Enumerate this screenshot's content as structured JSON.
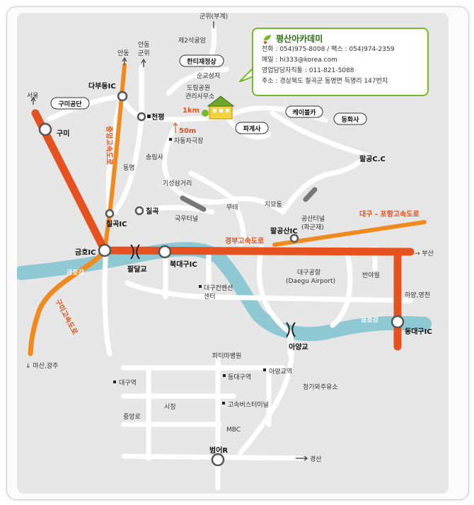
{
  "academy": {
    "name": "평산아카데미",
    "phone_line": "전화 : 054)975-8008  /  팩스 : 054)974-2359",
    "email_line": "메일 : hi333@korea.com",
    "sales_line": "영업담당자직통 : 011-821-5088",
    "address_line": "주소 : 경상북도 칠곡군 동명면 득명리 147번지",
    "accent_color": "#77b82a"
  },
  "highways": {
    "jungang": "중앙고속도로",
    "gyeongbu": "경부고속도로",
    "gumi": "구미고속도로",
    "daegu_pohang": "대구 - 포항고속도로"
  },
  "rivers": {
    "geumho": "금호강"
  },
  "ics": {
    "dabudong": "다부동IC",
    "chilgok": "칠곡IC",
    "geumho": "금호IC",
    "bukdaegu": "북대구IC",
    "palgongsan": "팔공산IC",
    "dongdaegu": "동대구IC"
  },
  "directions": {
    "seoul": "서울",
    "andong": "안동",
    "andong_gunwi": [
      "안동",
      "군위"
    ],
    "gunwi_bugye": "군위(부계)",
    "busan": "→ 부산",
    "hayang": "하양,영천",
    "masan": "↓ 마산,광주",
    "gyeongsan": "경산"
  },
  "boxed_places": {
    "gumi_park": "구미공단",
    "gumi": "구미",
    "hanti": "한티재정상",
    "cablecar": "케이블카",
    "donghwasa": "동화사",
    "pagyesa": "파계사",
    "beomeo": "범어R"
  },
  "places": {
    "je4seokgulam": "제2석굴암",
    "sungyoseongji": "순교성지",
    "dorim_park": "도림공원",
    "office": "관리사무소",
    "dist_1km": "1km",
    "dist_50m": "50m",
    "campground": "자동차극장",
    "songrimsa": "송림사",
    "dongmyeong": "동명",
    "cheonpyeong": "천평",
    "gisung": "기성삼거리",
    "palgong_cc": "팔공C.C",
    "mutae": "무태",
    "jiyo": "지묘동",
    "gongsan_tunnel": [
      "공산터널",
      "(파군재)"
    ],
    "gugu_tunnel": "국우터널",
    "chilgok": "칠곡",
    "paldal": "팔달교",
    "airport": [
      "대구공항",
      "(Daegu Airport)"
    ],
    "banyawol": "반야월",
    "exco": [
      "대구컨벤션",
      "센터"
    ],
    "ayang": "아양교",
    "fatima": "파티마병원",
    "dongdaegu_stn": "동대구역",
    "ayang_stn": "아양교역",
    "daegu_stn": "대구역",
    "cheonggi": "청기와주유소",
    "city_hall": "시청",
    "bus_terminal": "고속버스터미널",
    "jungang_ro": "중앙로",
    "mbc": "MBC"
  }
}
